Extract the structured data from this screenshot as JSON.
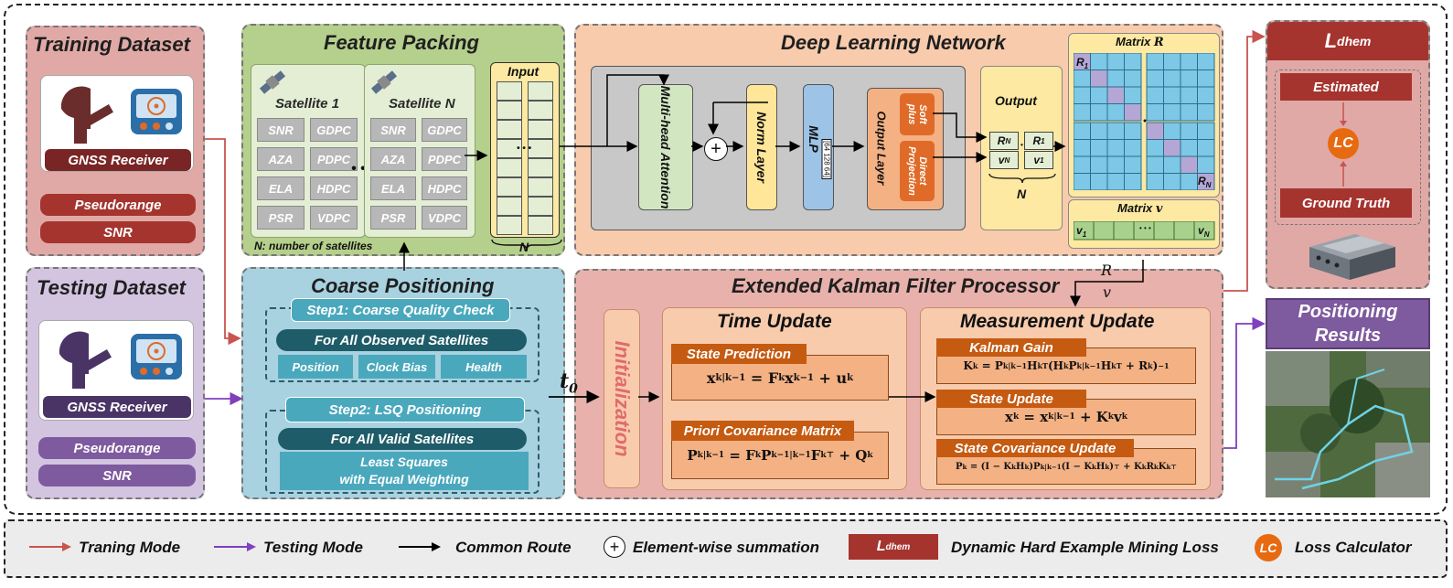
{
  "training_dataset": {
    "title": "Training Dataset",
    "receiver": "GNSS Receiver",
    "items": [
      "Pseudorange",
      "SNR"
    ]
  },
  "testing_dataset": {
    "title": "Testing Dataset",
    "receiver": "GNSS Receiver",
    "items": [
      "Pseudorange",
      "SNR"
    ]
  },
  "feature_packing": {
    "title": "Feature Packing",
    "sat1": "Satellite 1",
    "satN": "Satellite N",
    "features": [
      "SNR",
      "GDPC",
      "AZA",
      "PDPC",
      "ELA",
      "HDPC",
      "PSR",
      "VDPC"
    ],
    "input_label": "Input",
    "n_label": "N",
    "dots": "• • •",
    "note": "N: number of satellites"
  },
  "coarse": {
    "title": "Coarse Positioning",
    "step1": "Step1: Coarse Quality Check",
    "step1_sub": "For All Observed Satellites",
    "step1_items": [
      "Position",
      "Clock Bias",
      "Health"
    ],
    "step2": "Step2: LSQ Positioning",
    "step2_sub": "For All Valid Satellites",
    "step2_line1": "Least Squares",
    "step2_line2": "with Equal Weighting"
  },
  "dln": {
    "title": "Deep Learning Network",
    "attention": "Multi-head Attention",
    "norm": "Norm Layer",
    "mlp": "MLP",
    "mlp_dims": "[64 128 64]",
    "output_layer": "Output Layer",
    "softplus": "Soft plus",
    "direct": "Direct Projection",
    "output": "Output",
    "rn": "R",
    "rn_sub": "N",
    "r1": "R",
    "r1_sub": "1",
    "vn": "v",
    "vn_sub": "N",
    "v1": "v",
    "v1_sub": "1",
    "n_label": "N"
  },
  "matrix_r": {
    "title": "Matrix",
    "sym": "R",
    "r1": "R",
    "r1_sub": "1",
    "rn": "R",
    "rn_sub": "N"
  },
  "matrix_v": {
    "title": "Matrix",
    "sym": "v",
    "v1": "v",
    "v1_sub": "1",
    "vn": "v",
    "vn_sub": "N",
    "dots": "• • •"
  },
  "loss": {
    "label": "L",
    "sub": "dhem",
    "estimated": "Estimated",
    "lc": "LC",
    "ground_truth": "Ground Truth"
  },
  "results": {
    "title_line1": "Positioning",
    "title_line2": "Results"
  },
  "ekf": {
    "title": "Extended Kalman Filter Processor",
    "init": "Initialization",
    "t0": "t",
    "t0_sub": "0",
    "rv_r": "R",
    "rv_v": "v",
    "time_update": "Time Update",
    "state_pred": "State Prediction",
    "priori": "Priori Covariance Matrix",
    "meas_update": "Measurement Update",
    "kalman_gain": "Kalman Gain",
    "state_update": "State Update",
    "state_cov": "State Covariance Update"
  },
  "legend": {
    "training": "Traning Mode",
    "testing": "Testing Mode",
    "common": "Common Route",
    "elementwise": "Element-wise summation",
    "ldhem_label": "L",
    "ldhem_sub": "dhem",
    "ldhem_desc": "Dynamic Hard Example Mining Loss",
    "lc": "LC",
    "lc_desc": "Loss Calculator"
  },
  "colors": {
    "training": "#c9534f",
    "testing": "#7f3fbf",
    "common": "#000000",
    "loss_dark": "#a5342f",
    "orange": "#c55a11"
  }
}
